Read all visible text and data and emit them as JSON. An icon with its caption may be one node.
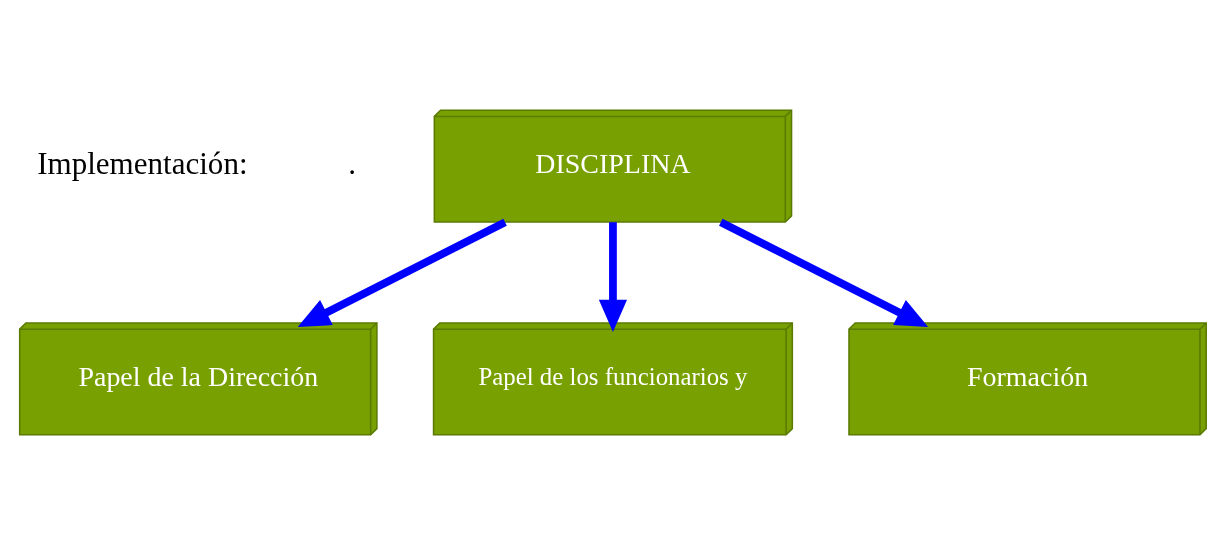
{
  "diagram": {
    "nodes": [
      {
        "text": [
          "DISCIPLINA"
        ]
      },
      {
        "text": [
          "Papel de la Dirección"
        ]
      },
      {
        "text": [
          "Papel de los funcionarios y"
        ]
      },
      {
        "text": [
          "Formación"
        ]
      }
    ],
    "edges": [
      {
        "from": 0,
        "to": 1,
        "arrow": "to"
      },
      {
        "from": 0,
        "to": 3,
        "arrow": "to"
      },
      {
        "from": 0,
        "to": 2,
        "arrow": "to"
      }
    ],
    "labels": [
      "Implementación:",
      "."
    ]
  }
}
